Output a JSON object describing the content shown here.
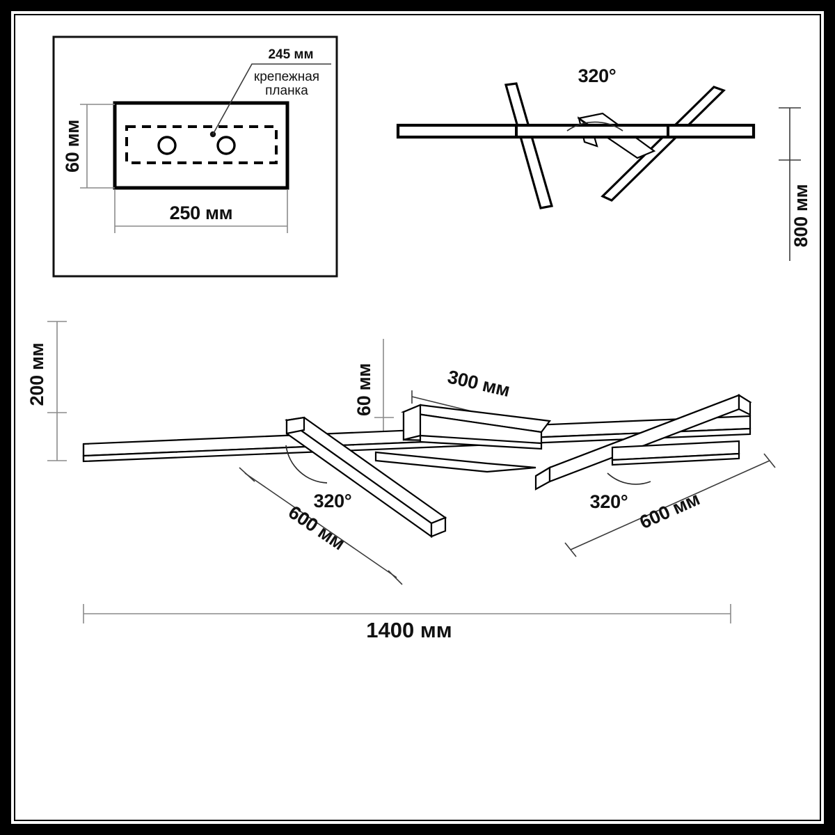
{
  "document": {
    "kind": "technical-dimension-drawing",
    "language": "ru",
    "unit_label": "мм"
  },
  "views": {
    "mount_plate": {
      "name": "mounting-plate-detail",
      "labels": {
        "width_callout": "245 мм",
        "part_name_line1": "крепежная",
        "part_name_line2": "планка",
        "height_dim": "60 мм",
        "width_dim": "250 мм"
      },
      "holes": 2
    },
    "top_view": {
      "name": "top-view",
      "labels": {
        "angle": "320°",
        "depth_dim": "800 мм"
      },
      "bars": 3
    },
    "main_view": {
      "name": "main-perspective-view",
      "labels": {
        "height_dim": "200 мм",
        "bracket_height_dim": "60 мм",
        "bracket_length_dim": "300 мм",
        "left_angle": "320°",
        "left_arm_length": "600 мм",
        "right_angle": "320°",
        "right_arm_length": "600 мм",
        "overall_width": "1400 мм"
      },
      "bars": 3
    }
  },
  "colors": {
    "ink": "#000000",
    "dimension_line": "#8a8a8a",
    "background": "#ffffff"
  }
}
